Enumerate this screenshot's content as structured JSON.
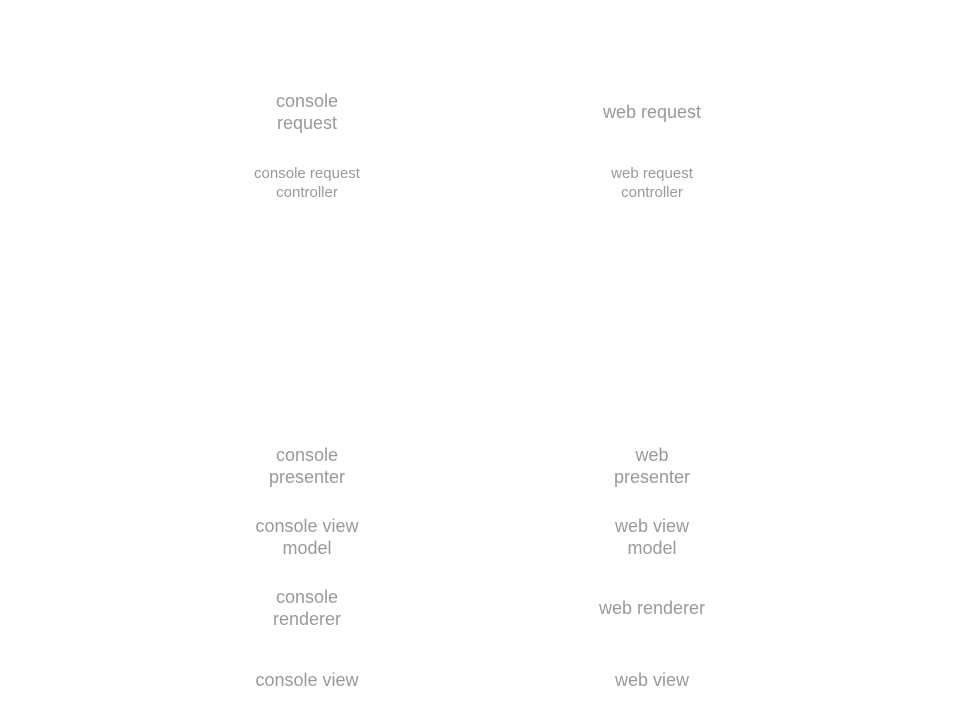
{
  "diagram": {
    "console": {
      "request": "console\nrequest",
      "request_controller": "console request\ncontroller",
      "presenter": "console\npresenter",
      "view_model": "console view\nmodel",
      "renderer": "console\nrenderer",
      "view": "console view"
    },
    "web": {
      "request": "web request",
      "request_controller": "web request\ncontroller",
      "presenter": "web\npresenter",
      "view_model": "web view\nmodel",
      "renderer": "web renderer",
      "view": "web view"
    }
  }
}
